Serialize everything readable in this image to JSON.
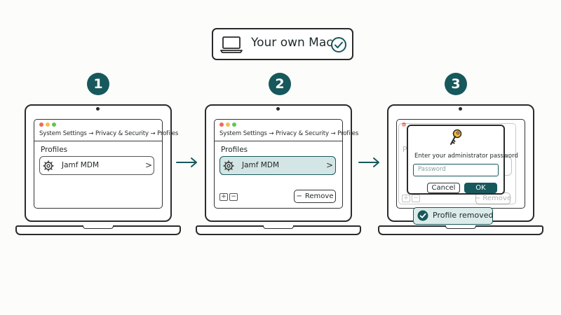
{
  "header": {
    "title": "Your own Mac",
    "icons": [
      "laptop-icon",
      "check-circle-icon"
    ]
  },
  "colors": {
    "accent": "#17585c",
    "selected_row": "#d3e5e4",
    "toast_bg": "#dcecea",
    "key": "#f2b735"
  },
  "steps": [
    {
      "number": "1",
      "breadcrumb": "System Settings → Privacy & Security → Profiles",
      "section_label": "Profiles",
      "profile_name": "Jamf MDM",
      "chevron": ">"
    },
    {
      "number": "2",
      "breadcrumb": "System Settings → Privacy & Security → Profiles",
      "section_label": "Profiles",
      "profile_name": "Jamf MDM",
      "chevron": ">",
      "add": "+",
      "minus": "−",
      "remove_label": "Remove",
      "remove_icon": "−"
    },
    {
      "number": "3",
      "section_fragment": "P",
      "add": "+",
      "minus": "−",
      "remove_label": "Remove",
      "remove_icon": "−",
      "dialog": {
        "prompt": "Enter your administrator password",
        "placeholder": "Password",
        "cancel_label": "Cancel",
        "ok_label": "OK"
      },
      "toast": "Profile removed"
    }
  ],
  "arrows": [
    "arrow-1-to-2",
    "arrow-2-to-3"
  ]
}
